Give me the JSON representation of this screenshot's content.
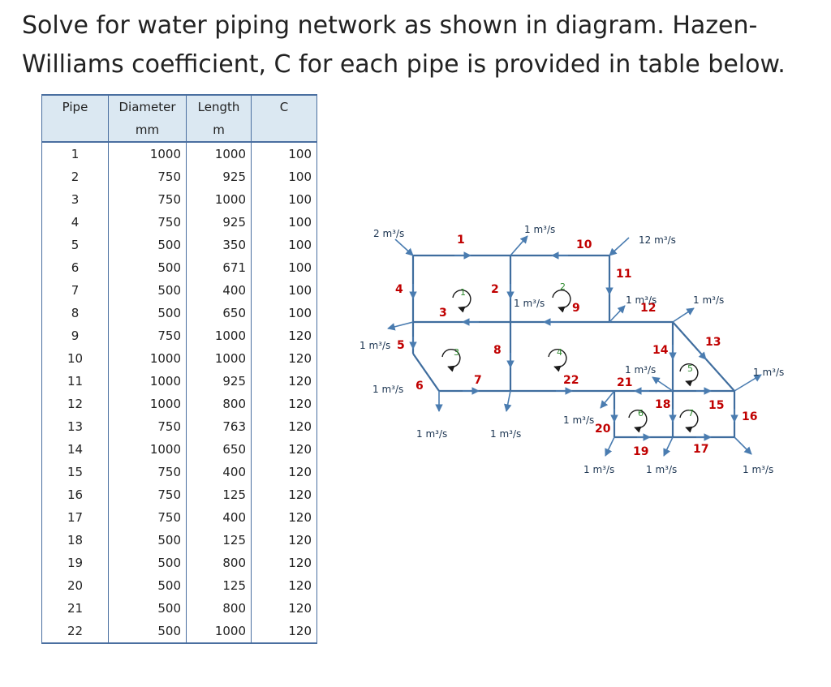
{
  "title": {
    "line1": "Solve for water piping network as shown in diagram. Hazen-",
    "line2": "Williams coefficient, C for each pipe is provided in table below."
  },
  "table": {
    "headers": [
      "Pipe",
      "Diameter",
      "Length",
      "C"
    ],
    "units": [
      "",
      "mm",
      "m",
      ""
    ],
    "rows": [
      [
        "1",
        "1000",
        "1000",
        "100"
      ],
      [
        "2",
        "750",
        "925",
        "100"
      ],
      [
        "3",
        "750",
        "1000",
        "100"
      ],
      [
        "4",
        "750",
        "925",
        "100"
      ],
      [
        "5",
        "500",
        "350",
        "100"
      ],
      [
        "6",
        "500",
        "671",
        "100"
      ],
      [
        "7",
        "500",
        "400",
        "100"
      ],
      [
        "8",
        "500",
        "650",
        "100"
      ],
      [
        "9",
        "750",
        "1000",
        "120"
      ],
      [
        "10",
        "1000",
        "1000",
        "120"
      ],
      [
        "11",
        "1000",
        "925",
        "120"
      ],
      [
        "12",
        "1000",
        "800",
        "120"
      ],
      [
        "13",
        "750",
        "763",
        "120"
      ],
      [
        "14",
        "1000",
        "650",
        "120"
      ],
      [
        "15",
        "750",
        "400",
        "120"
      ],
      [
        "16",
        "750",
        "125",
        "120"
      ],
      [
        "17",
        "750",
        "400",
        "120"
      ],
      [
        "18",
        "500",
        "125",
        "120"
      ],
      [
        "19",
        "500",
        "800",
        "120"
      ],
      [
        "20",
        "500",
        "125",
        "120"
      ],
      [
        "21",
        "500",
        "800",
        "120"
      ],
      [
        "22",
        "500",
        "1000",
        "120"
      ]
    ]
  },
  "diagram": {
    "pipe_labels": [
      "1",
      "2",
      "3",
      "4",
      "5",
      "6",
      "7",
      "8",
      "9",
      "10",
      "11",
      "12",
      "13",
      "14",
      "15",
      "16",
      "17",
      "18",
      "19",
      "20",
      "21",
      "22"
    ],
    "loop_labels": [
      "1",
      "2",
      "3",
      "4",
      "5",
      "6",
      "7"
    ],
    "flow_labels": {
      "in_2": "2 m³/s",
      "top_mid": "1 m³/s",
      "in_12": "12 m³/s",
      "loop2": "1 m³/s",
      "pipe12": "1 m³/s",
      "right_top": "1 m³/s",
      "node5": "1 m³/s",
      "node6": "1 m³/s",
      "pipe21": "1 m³/s",
      "far_right": "1 m³/s",
      "bottom7": "1 m³/s",
      "bottom8": "1 m³/s",
      "pipe20": "1 m³/s",
      "bottom19": "1 m³/s",
      "bottom18": "1 m³/s",
      "bottom16": "1 m³/s"
    }
  }
}
